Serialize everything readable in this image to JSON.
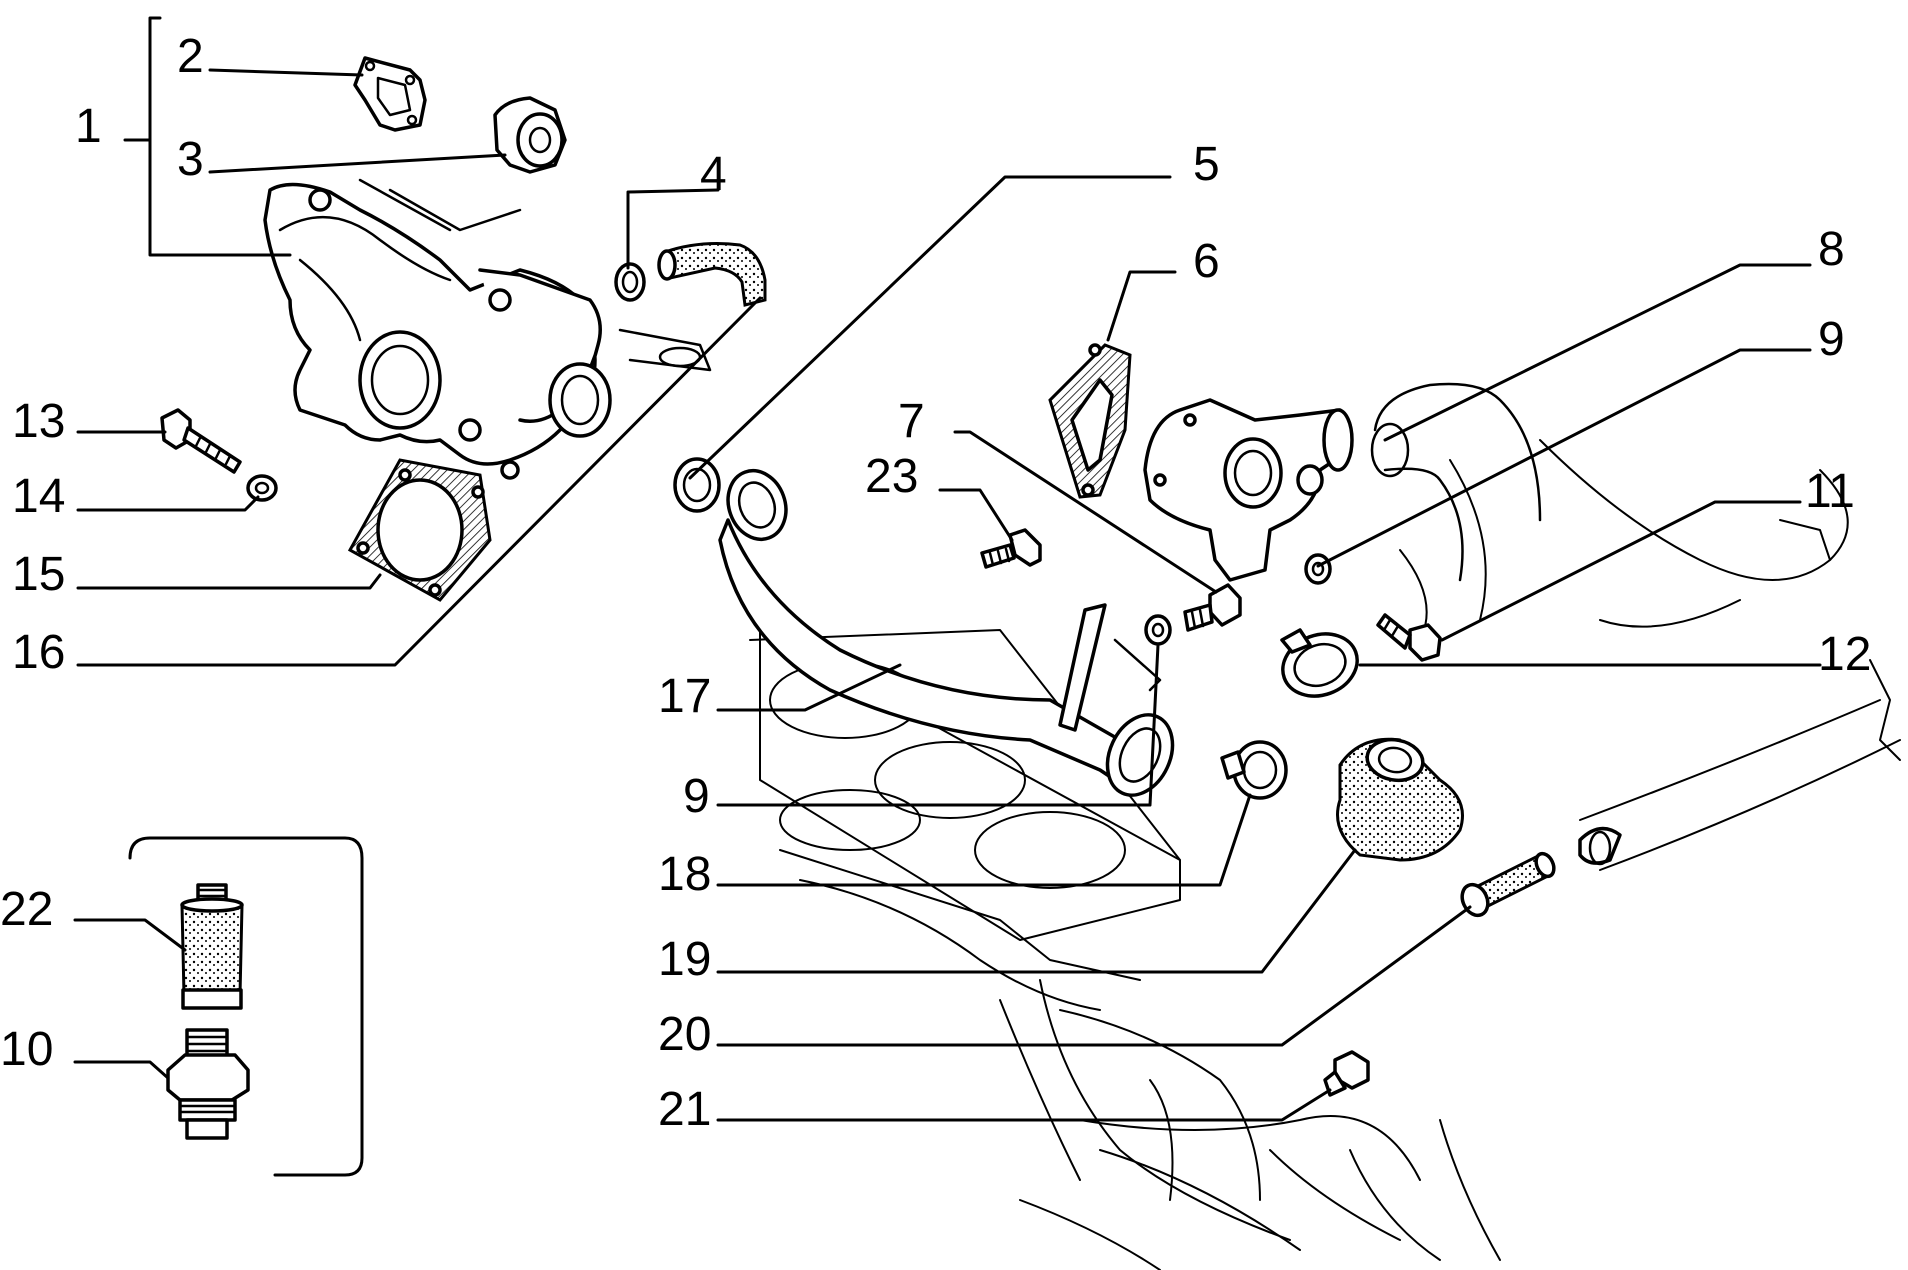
{
  "callouts": {
    "c1": "1",
    "c2": "2",
    "c3": "3",
    "c4": "4",
    "c5": "5",
    "c6": "6",
    "c7": "7",
    "c8": "8",
    "c9a": "9",
    "c9b": "9",
    "c10": "10",
    "c11": "11",
    "c12": "12",
    "c13": "13",
    "c14": "14",
    "c15": "15",
    "c16": "16",
    "c17": "17",
    "c18": "18",
    "c19": "19",
    "c20": "20",
    "c21": "21",
    "c22": "22",
    "c23": "23"
  }
}
